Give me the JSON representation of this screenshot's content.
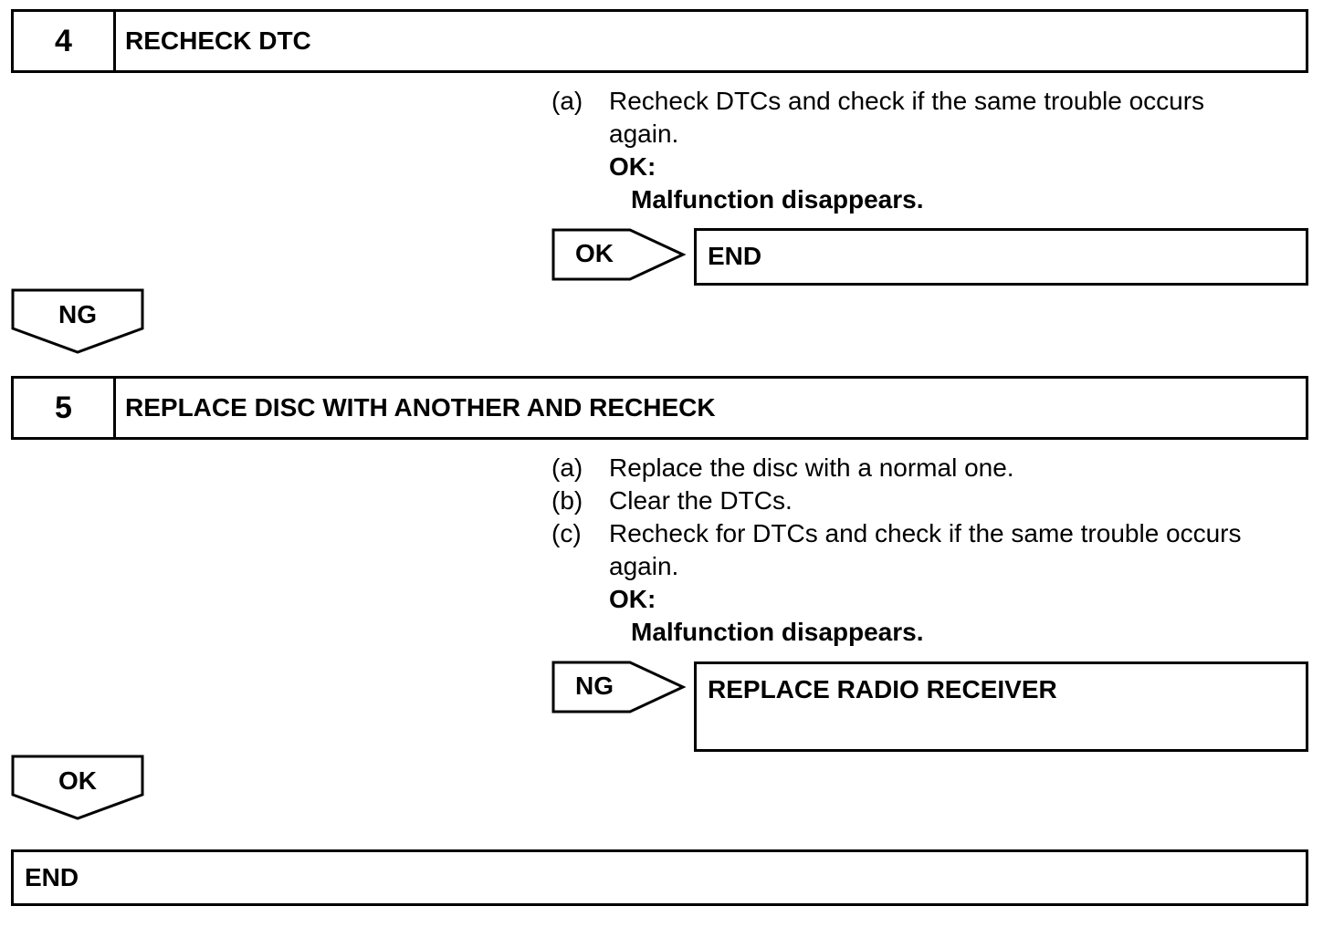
{
  "step4": {
    "number": "4",
    "title": "RECHECK DTC",
    "items": [
      {
        "label": "(a)",
        "lines": [
          "Recheck DTCs and check if the same trouble occurs",
          "again."
        ]
      }
    ],
    "ok_label": "OK:",
    "ok_condition": "Malfunction disappears.",
    "branch_label": "OK",
    "branch_result": "END",
    "flow_label": "NG"
  },
  "step5": {
    "number": "5",
    "title": "REPLACE DISC WITH ANOTHER AND RECHECK",
    "items": [
      {
        "label": "(a)",
        "lines": [
          "Replace the disc with a normal one."
        ]
      },
      {
        "label": "(b)",
        "lines": [
          "Clear the DTCs."
        ]
      },
      {
        "label": "(c)",
        "lines": [
          "Recheck for DTCs and check if the same trouble occurs",
          "again."
        ]
      }
    ],
    "ok_label": "OK:",
    "ok_condition": "Malfunction disappears.",
    "branch_label": "NG",
    "branch_result": "REPLACE RADIO RECEIVER",
    "flow_label": "OK"
  },
  "final": {
    "result": "END"
  }
}
